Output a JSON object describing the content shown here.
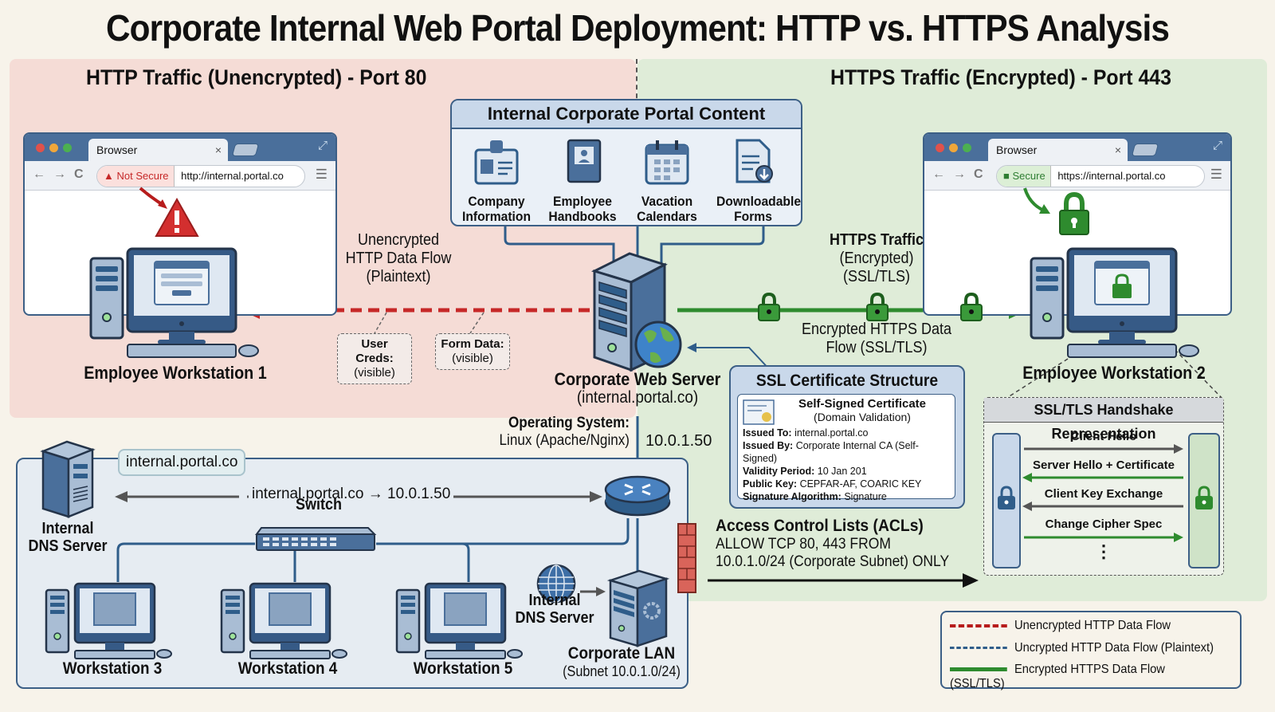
{
  "title": "Corporate Internal Web Portal Deployment: HTTP vs. HTTPS Analysis",
  "zones": {
    "http": {
      "title": "HTTP Traffic (Unencrypted) - Port 80",
      "color": "#f5dcd6"
    },
    "https": {
      "title": "HTTPS Traffic (Encrypted) - Port 443",
      "color": "#dfecd8"
    }
  },
  "browser_http": {
    "tab_label": "Browser",
    "close": "×",
    "security_badge": "Not Secure",
    "url": "http://internal.portal.co",
    "badge_color": "#c62828",
    "icon": "warning-icon"
  },
  "browser_https": {
    "tab_label": "Browser",
    "close": "×",
    "security_badge": "Secure",
    "url": "https://internal.portal.co",
    "badge_color": "#2e7d32",
    "icon": "lock-icon"
  },
  "nav": {
    "back": "←",
    "forward": "→",
    "reload": "C",
    "menu": "☰",
    "expand": "⤢"
  },
  "portal": {
    "title": "Internal Corporate Portal Content",
    "items": [
      {
        "label1": "Company",
        "label2": "Information",
        "icon": "id-badge-icon"
      },
      {
        "label1": "Employee",
        "label2": "Handbooks",
        "icon": "handbook-icon"
      },
      {
        "label1": "Vacation",
        "label2": "Calendars",
        "icon": "calendar-icon"
      },
      {
        "label1": "Downloadable",
        "label2": "Forms",
        "icon": "download-form-icon"
      }
    ]
  },
  "workstation1": {
    "label": "Employee Workstation 1"
  },
  "workstation2": {
    "label": "Employee Workstation 2"
  },
  "http_flow": {
    "line1": "Unencrypted",
    "line2": "HTTP Data Flow",
    "line3": "(Plaintext)",
    "callouts": [
      {
        "title": "User Creds:",
        "sub": "(visible)"
      },
      {
        "title": "Form Data:",
        "sub": "(visible)"
      }
    ],
    "color": "#c62828"
  },
  "https_flow": {
    "title": "HTTPS Traffic",
    "line2": "(Encrypted)",
    "line3": "(SSL/TLS)",
    "below1": "Encrypted HTTPS Data",
    "below2": "Flow (SSL/TLS)",
    "color": "#2e8b2e"
  },
  "server": {
    "label": "Corporate Web Server",
    "host": "(internal.portal.co)",
    "os_label": "Operating System:",
    "os_value": "Linux (Apache/Nginx)",
    "ip": "10.0.1.50"
  },
  "certificate": {
    "title": "SSL Certificate Structure",
    "type": "Self-Signed Certificate",
    "validation": "(Domain Validation)",
    "fields": [
      {
        "key": "Issued To:",
        "value": "internal.portal.co"
      },
      {
        "key": "Issued By:",
        "value": "Corporate Internal CA (Self-Signed)"
      },
      {
        "key": "Validity Period:",
        "value": "10 Jan 201"
      },
      {
        "key": "Public Key:",
        "value": "CEPFAR-AF, COARIC KEY"
      },
      {
        "key": "Signature Algorithm:",
        "value": "Signature"
      }
    ]
  },
  "handshake": {
    "title": "SSL/TLS Handshake Representation",
    "messages": [
      {
        "label": "Client Hello",
        "direction": "right",
        "color": "#555555"
      },
      {
        "label": "Server Hello + Certificate",
        "direction": "left",
        "color": "#2e8b2e"
      },
      {
        "label": "Client Key Exchange",
        "direction": "left",
        "color": "#555555"
      },
      {
        "label": "Change Cipher Spec",
        "direction": "right",
        "color": "#2e8b2e"
      }
    ],
    "more": "⋮"
  },
  "acl": {
    "title": "Access Control Lists (ACLs)",
    "line1": "ALLOW TCP 80, 443 FROM",
    "line2": "10.0.1.0/24 (Corporate Subnet) ONLY"
  },
  "dns": {
    "label1": "Internal",
    "label2": "DNS Server",
    "query": "internal.portal.co",
    "resolution": "internal.portal.co → 10.0.1.50"
  },
  "lan": {
    "switch_label": "Switch",
    "workstations": [
      "Workstation 3",
      "Workstation 4",
      "Workstation 5"
    ],
    "dns_label1": "Internal",
    "dns_label2": "DNS Server",
    "label": "Corporate LAN",
    "subnet": "(Subnet 10.0.1.0/24)"
  },
  "legend": {
    "items": [
      {
        "label": "Unencrypted HTTP Data Flow",
        "style": "dashed-red",
        "color": "#b71c1c"
      },
      {
        "label": "Uncrypted HTTP Data Flow (Plaintext)",
        "style": "dashed-blue",
        "color": "#2f5d8a"
      },
      {
        "label": "Encrypted HTTPS Data Flow (SSL/TLS)",
        "style": "solid-green",
        "color": "#2e8b2e"
      }
    ]
  }
}
